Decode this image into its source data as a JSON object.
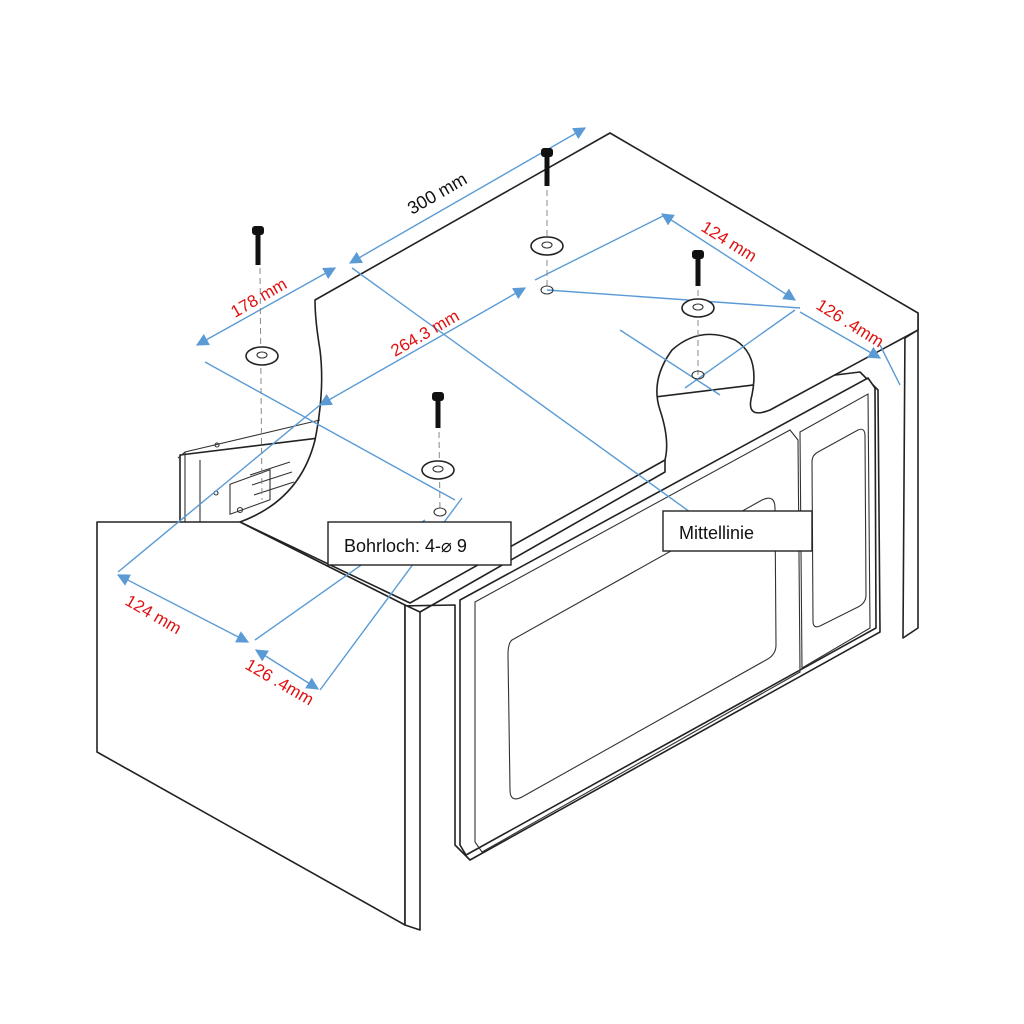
{
  "dimensions": {
    "width_top": "300 mm",
    "depth_left": "178 mm",
    "diagonal": "264.3 mm",
    "back_right_124": "124 mm",
    "back_right_126": "126 .4mm",
    "front_left_124": "124 mm",
    "front_left_126": "126 .4mm"
  },
  "callouts": {
    "drill_hole": "Bohrloch: 4-⌀ 9",
    "centerline": "Mittellinie"
  },
  "colors": {
    "dimension_line": "#5b9bd5",
    "dimension_text": "#e01010"
  }
}
